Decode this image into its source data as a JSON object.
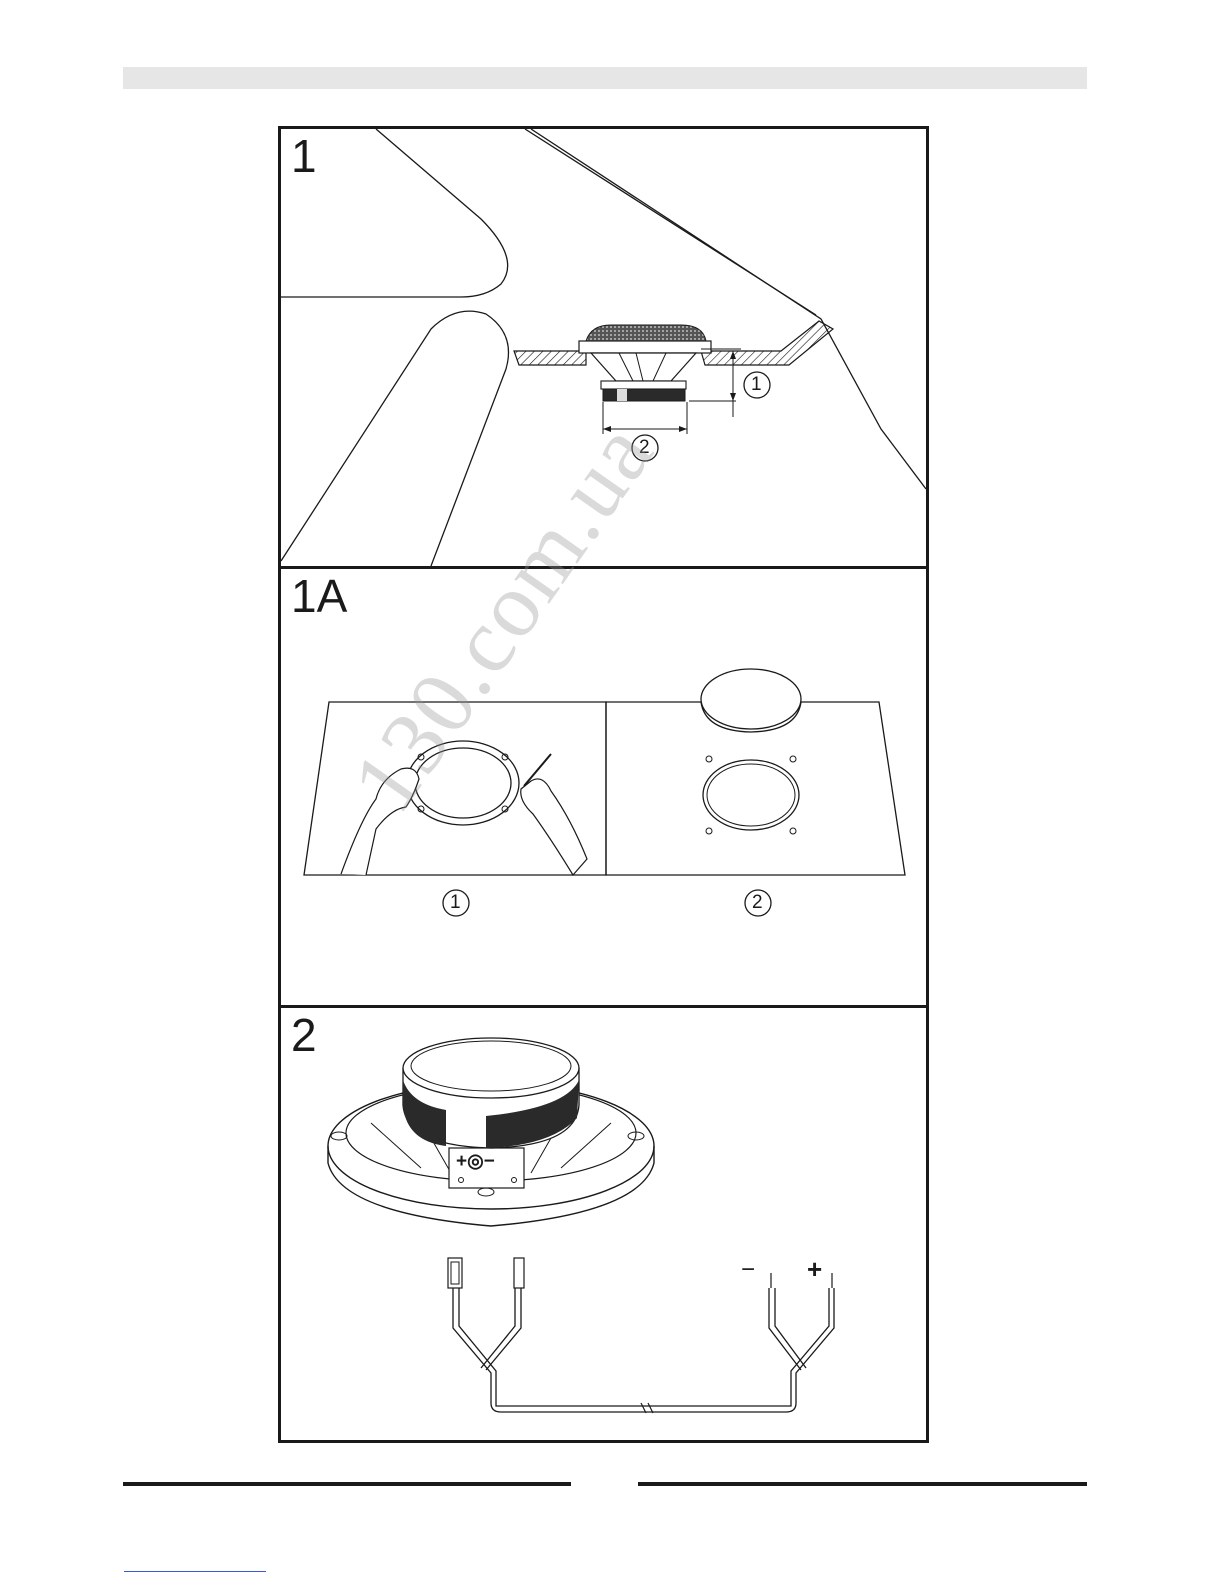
{
  "panels": [
    {
      "label": "1",
      "callouts": [
        "1",
        "2"
      ]
    },
    {
      "label": "1A",
      "callouts": [
        "1",
        "2"
      ]
    },
    {
      "label": "2",
      "terminal_marks": "+◎−",
      "wire_polarity": [
        "−",
        "+"
      ]
    }
  ],
  "watermark": "130.com.ua"
}
